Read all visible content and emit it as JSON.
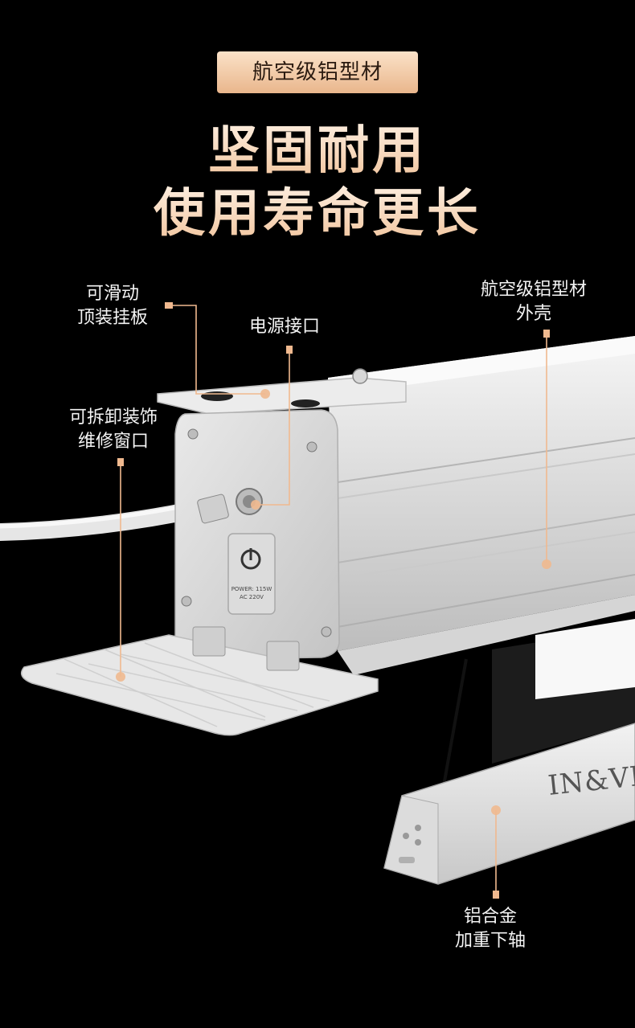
{
  "badge": {
    "label": "航空级铝型材"
  },
  "headline": {
    "line1": "坚固耐用",
    "line2": "使用寿命更长"
  },
  "callouts": {
    "top_plate": {
      "line1": "可滑动",
      "line2": "顶装挂板"
    },
    "power_port": {
      "line1": "电源接口"
    },
    "shell": {
      "line1": "航空级铝型材",
      "line2": "外壳"
    },
    "service_window": {
      "line1": "可拆卸装饰",
      "line2": "维修窗口"
    },
    "bottom_bar": {
      "line1": "铝合金",
      "line2": "加重下轴"
    }
  },
  "product": {
    "brand": "IN&VI",
    "power_label_line1": "POWER: 115W",
    "power_label_line2": "AC 220V"
  },
  "colors": {
    "accent": "#f0b98f",
    "badge_gradient_top": "#fbe2c8",
    "badge_gradient_bottom": "#e9b68c",
    "background": "#000000"
  },
  "icons": {
    "power": "power-icon"
  }
}
